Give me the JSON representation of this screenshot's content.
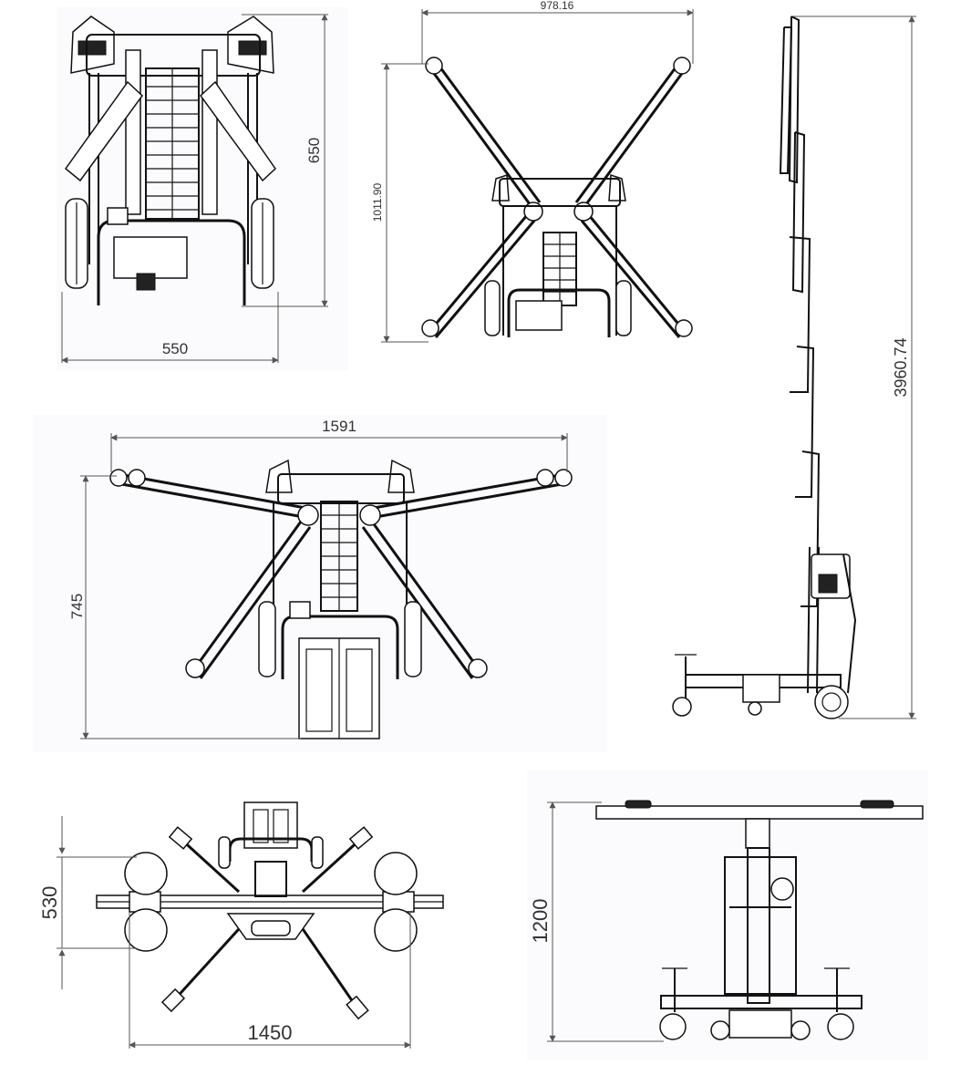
{
  "views": {
    "front_compact": {
      "width_label": "550",
      "height_label": "650"
    },
    "top_x_arms": {
      "width_label": "978.16",
      "height_label": "1011.90"
    },
    "front_spread_arms": {
      "width_label": "1591",
      "height_label": "745"
    },
    "side_extended": {
      "height_label": "3960.74"
    },
    "top_view": {
      "width_label": "1450",
      "height_label": "530"
    },
    "side_lowered": {
      "height_label": "1200"
    }
  },
  "colors": {
    "line": "#111111",
    "dimension": "#555555",
    "background": "#ffffff"
  }
}
